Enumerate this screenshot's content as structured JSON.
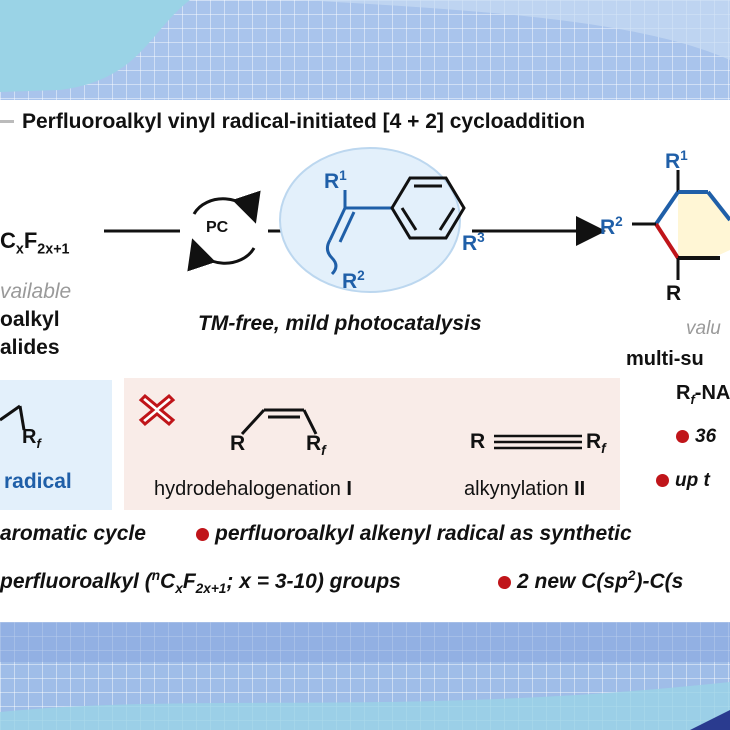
{
  "title": "Perfluoroalkyl vinyl radical-initiated [4 + 2] cycloaddition",
  "left": {
    "reagent": "C",
    "reagent_x": "x",
    "reagent_f": "F",
    "reagent_sub": "2x+1",
    "available": "vailable",
    "line1": "oalkyl",
    "line2": "alides"
  },
  "pc_label": "PC",
  "substrate": {
    "r1": "R",
    "r1_sup": "1",
    "r2": "R",
    "r2_sup": "2",
    "r3": "R",
    "r3_sup": "3"
  },
  "condition": "TM-free, mild photocatalysis",
  "product": {
    "r1": "R",
    "r1_sup": "1",
    "r2": "R",
    "r2_sup": "2",
    "r": "R",
    "valu": "valu",
    "multi": "multi-su",
    "rf_na": "R",
    "rf_sub": "f",
    "rf_tail": "-NA",
    "stat1": "36",
    "stat2": "up t"
  },
  "radical_box": {
    "label": "radical",
    "rf": "R",
    "rf_sub": "f"
  },
  "side_products": {
    "hydro_label": "hydrodehalogenation",
    "hydro_num": "I",
    "alkynyl_label": "alkynylation",
    "alkynyl_num": "II",
    "r": "R",
    "rf": "R",
    "rf_sub": "f"
  },
  "bullets": {
    "b1": "aromatic cycle",
    "b2": "perfluoroalkyl alkenyl radical as synthetic",
    "b3_a": "perfluoroalkyl (",
    "b3_n": "n",
    "b3_c": "C",
    "b3_x": "x",
    "b3_f": "F",
    "b3_sub": "2x+1",
    "b3_b": "; x = 3-10) groups",
    "b4_a": "2 new C(sp",
    "b4_sup": "2",
    "b4_b": ")-C(s"
  },
  "colors": {
    "accent_blue": "#1f5fa8",
    "accent_red": "#c0151a",
    "bg_grid": "#a9c4ec"
  }
}
